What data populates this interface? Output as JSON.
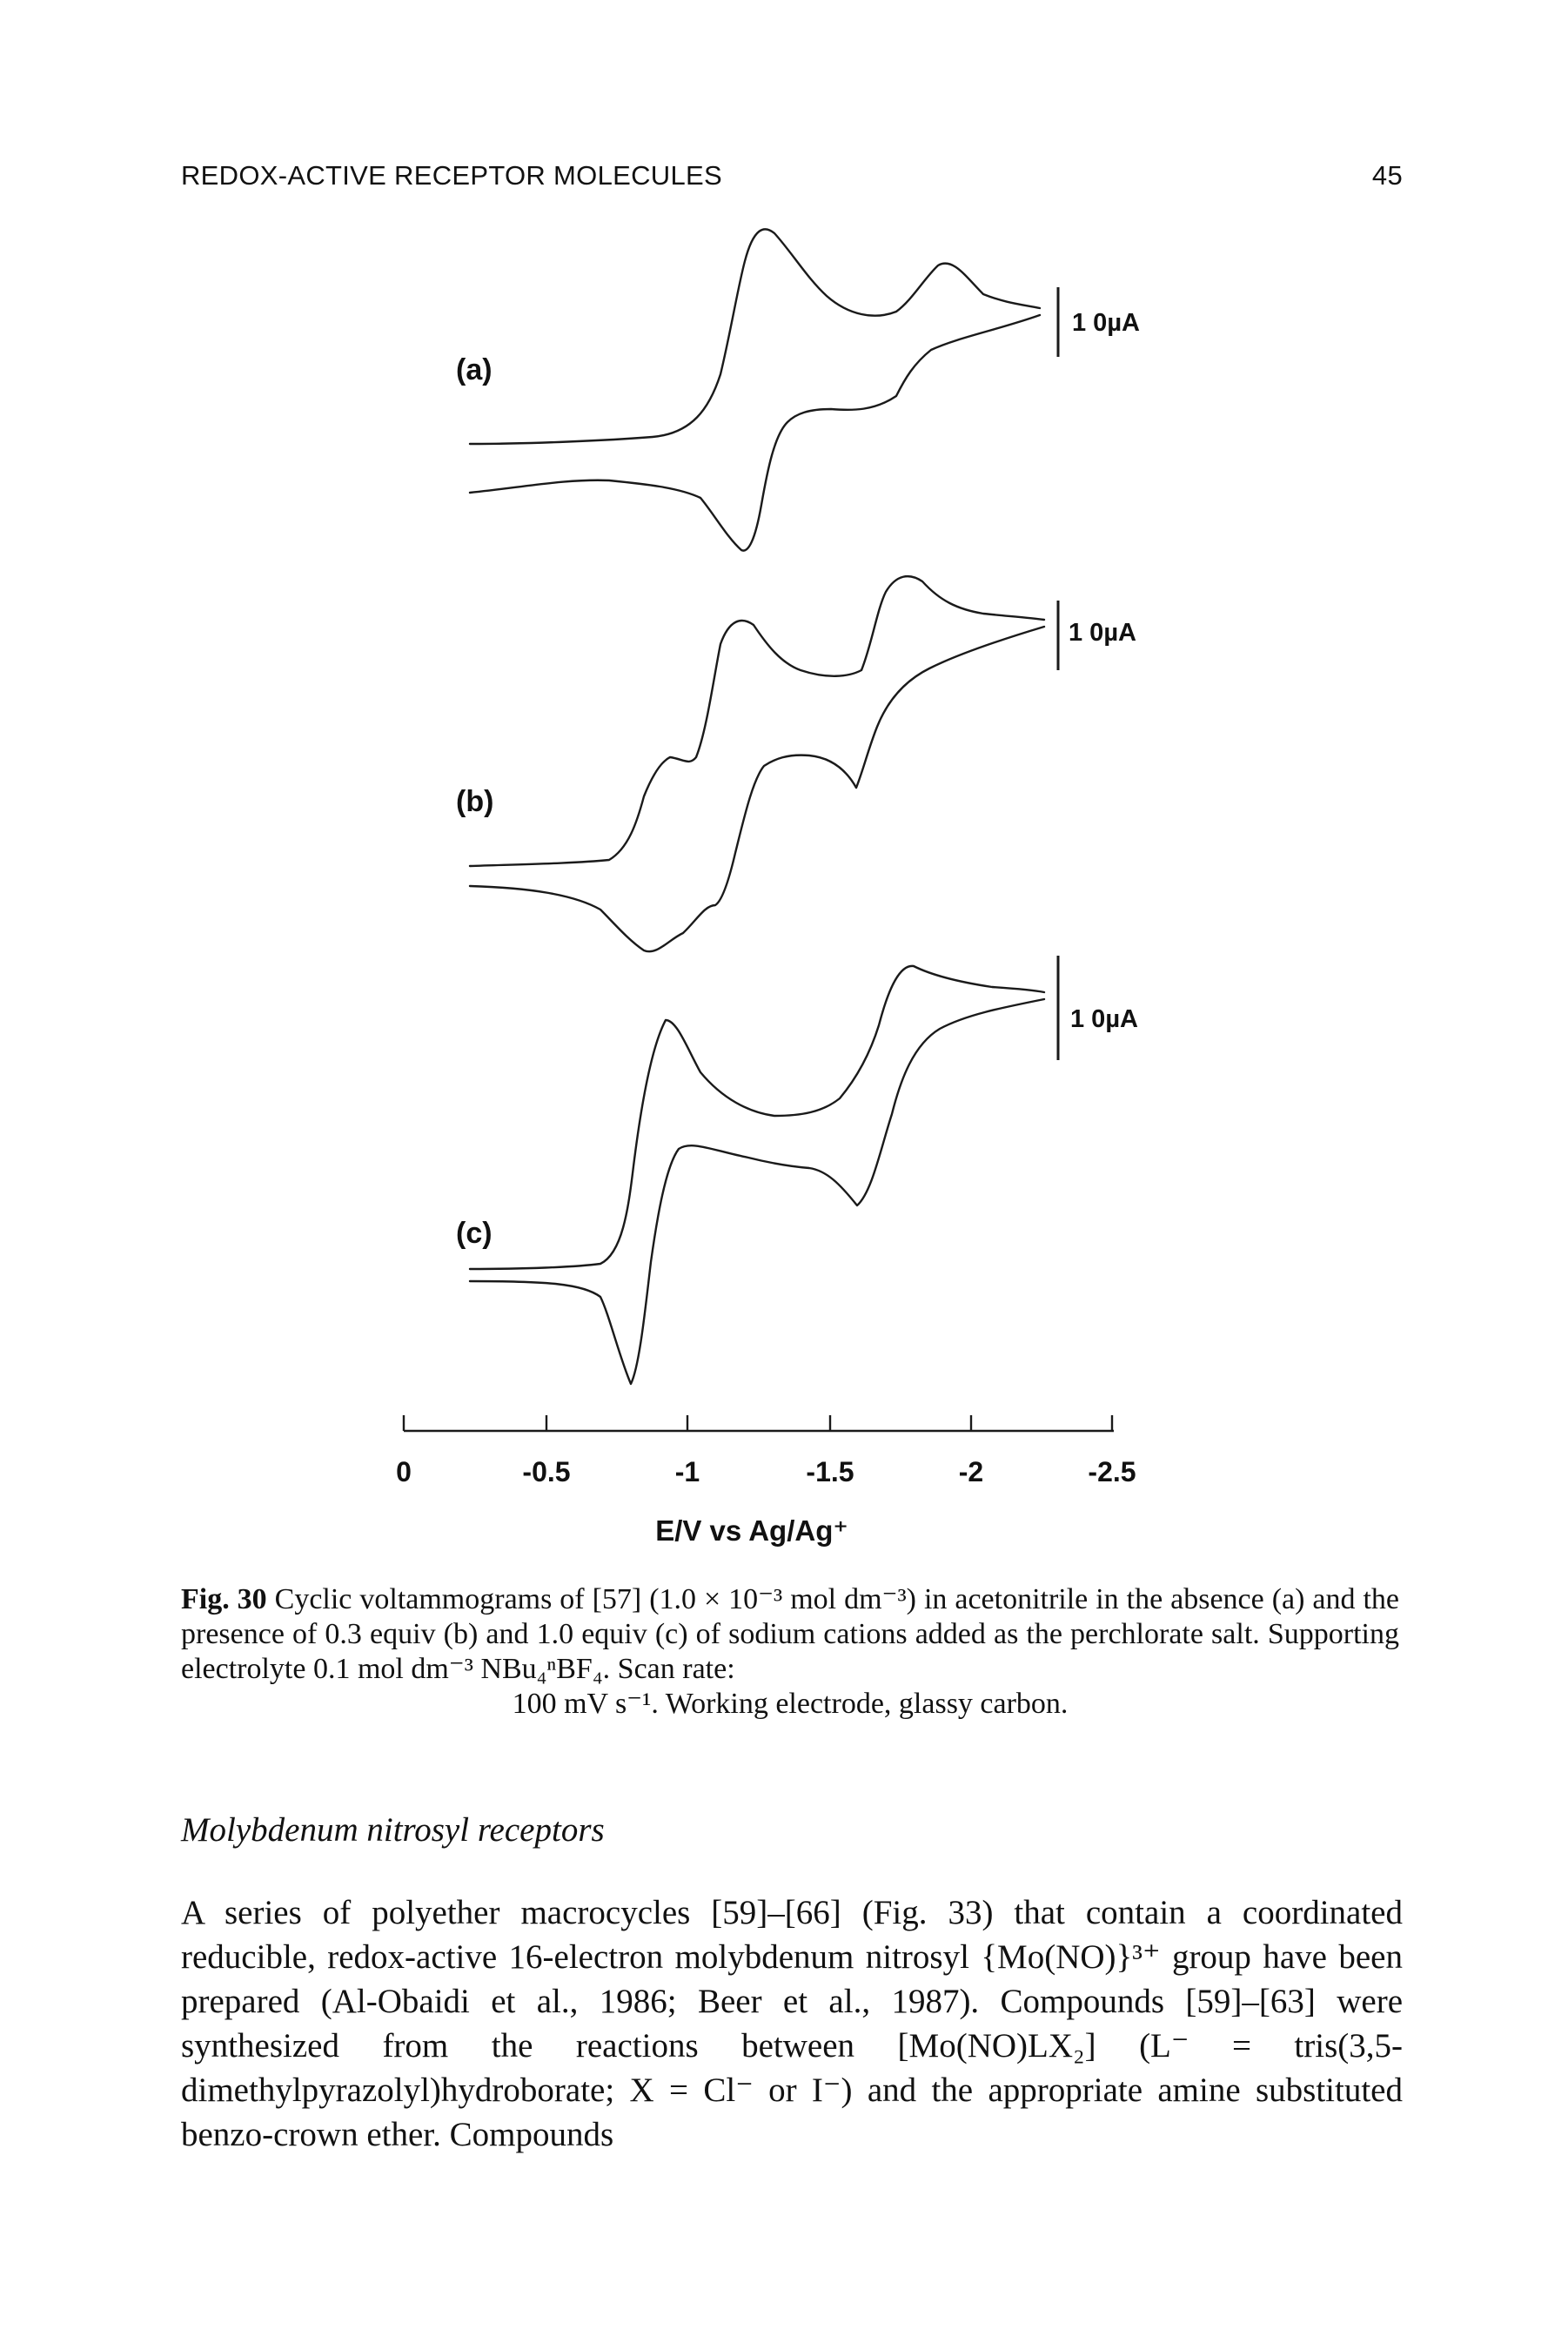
{
  "running_head": {
    "title": "REDOX-ACTIVE RECEPTOR MOLECULES",
    "page_number": "45"
  },
  "figure": {
    "panels": [
      {
        "label": "(a)",
        "scale_bar": "1 0µA"
      },
      {
        "label": "(b)",
        "scale_bar": "1 0µA"
      },
      {
        "label": "(c)",
        "scale_bar": "1 0µA"
      }
    ],
    "x_ticks": [
      "0",
      "-0.5",
      "-1",
      "-1.5",
      "-2",
      "-2.5"
    ],
    "x_axis_label": "E/V vs Ag/Ag⁺"
  },
  "caption": {
    "label": "Fig. 30",
    "text": " Cyclic voltammograms of [57] (1.0 × 10⁻³ mol dm⁻³) in acetonitrile in the absence (a) and the presence of 0.3 equiv (b) and 1.0 equiv (c) of sodium cations added as the perchlorate salt. Supporting electrolyte 0.1 mol dm⁻³ NBu₄ⁿBF₄. Scan rate:",
    "last_line": "100 mV s⁻¹. Working electrode, glassy carbon."
  },
  "section_heading": "Molybdenum nitrosyl receptors",
  "body_paragraph": "A series of polyether macrocycles [59]–[66] (Fig. 33) that contain a coordinated reducible, redox-active 16-electron molybdenum nitrosyl {Mo(NO)}³⁺ group have been prepared (Al-Obaidi et al., 1986; Beer et al., 1987). Compounds [59]–[63] were synthesized from the reactions between [Mo(NO)LX₂] (L⁻ = tris(3,5-dimethylpyrazolyl)hydroborate; X = Cl⁻ or I⁻) and the appropriate amine substituted benzo-crown ether. Compounds"
}
